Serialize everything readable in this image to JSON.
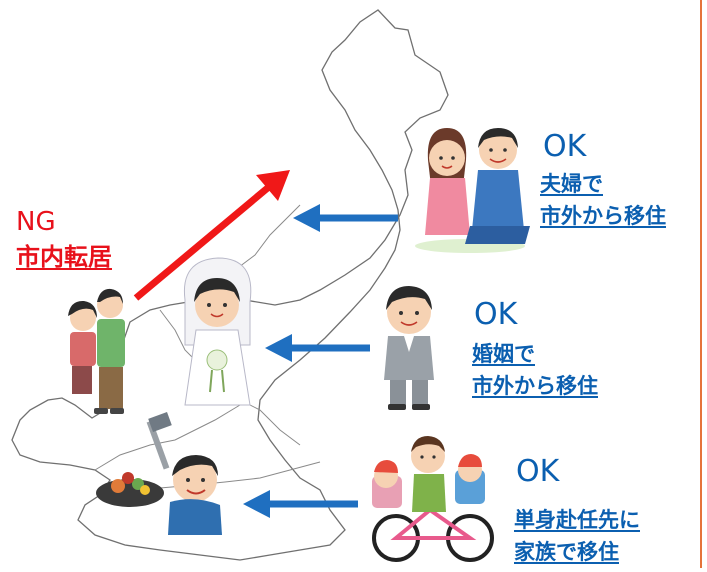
{
  "colors": {
    "ok_blue": "#0b5fb0",
    "ng_red": "#e8111b",
    "arrow_blue": "#1f6fc0",
    "arrow_red": "#f01818",
    "accent_orange": "#e5733a"
  },
  "ng": {
    "title": "NG",
    "description": "市内転居"
  },
  "cases": [
    {
      "status": "OK",
      "line1": "夫婦で",
      "line2": "市外から移住"
    },
    {
      "status": "OK",
      "line1": "婚姻で",
      "line2": "市外から移住"
    },
    {
      "status": "OK",
      "line1": "単身赴任先に",
      "line2": "家族で移住"
    }
  ]
}
